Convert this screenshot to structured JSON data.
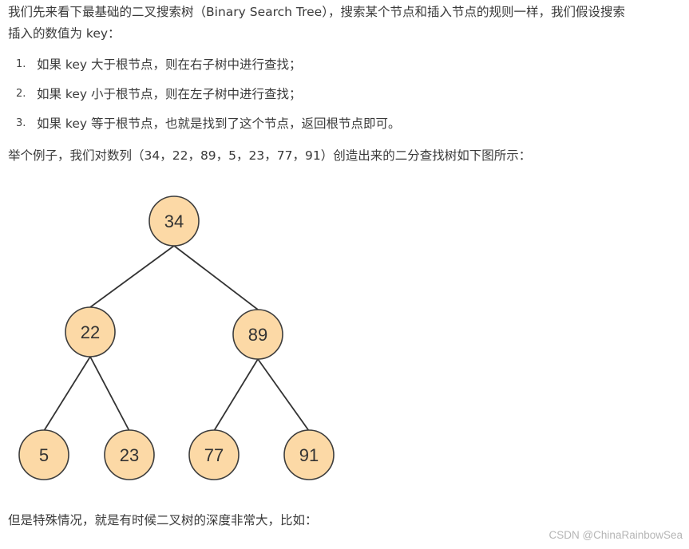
{
  "intro": {
    "line1": "我们先来看下最基础的二叉搜索树（Binary Search Tree），搜索某个节点和插入节点的规则一样，我们假设搜索",
    "line2": "插入的数值为 key："
  },
  "rules": [
    {
      "num": "1.",
      "text": "如果 key 大于根节点，则在右子树中进行查找；"
    },
    {
      "num": "2.",
      "text": "如果 key 小于根节点，则在左子树中进行查找；"
    },
    {
      "num": "3.",
      "text": "如果 key 等于根节点，也就是找到了这个节点，返回根节点即可。"
    }
  ],
  "example_text": "举个例子，我们对数列（34，22，89，5，23，77，91）创造出来的二分查找树如下图所示：",
  "tree": {
    "node_color": "#fcd9a6",
    "root": "34",
    "left": "22",
    "right": "89",
    "left_left": "5",
    "left_right": "23",
    "right_left": "77",
    "right_right": "91"
  },
  "tail_text": "但是特殊情况，就是有时候二叉树的深度非常大，比如：",
  "watermark": "CSDN @ChinaRainbowSea"
}
